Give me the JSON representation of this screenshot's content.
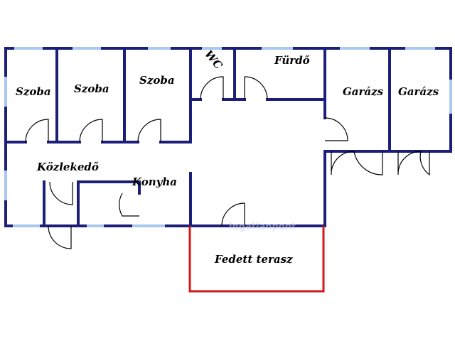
{
  "rooms": {
    "szoba_1": "Szoba",
    "szoba_2": "Szoba",
    "szoba_3": "Szoba",
    "wc": "WC",
    "furdo": "Fürdő",
    "garazs_1": "Garázs",
    "garazs_2": "Garázs",
    "kozlekedo": "Közlekedő",
    "konyha": "Konyha",
    "fedett_terasz": "Fedett terasz"
  },
  "watermark": "ingatlanpont",
  "colors": {
    "wall": "#1c1f7a",
    "window": "#a9c9ee",
    "terrace_outline": "#d01818",
    "door_line": "#000000"
  }
}
